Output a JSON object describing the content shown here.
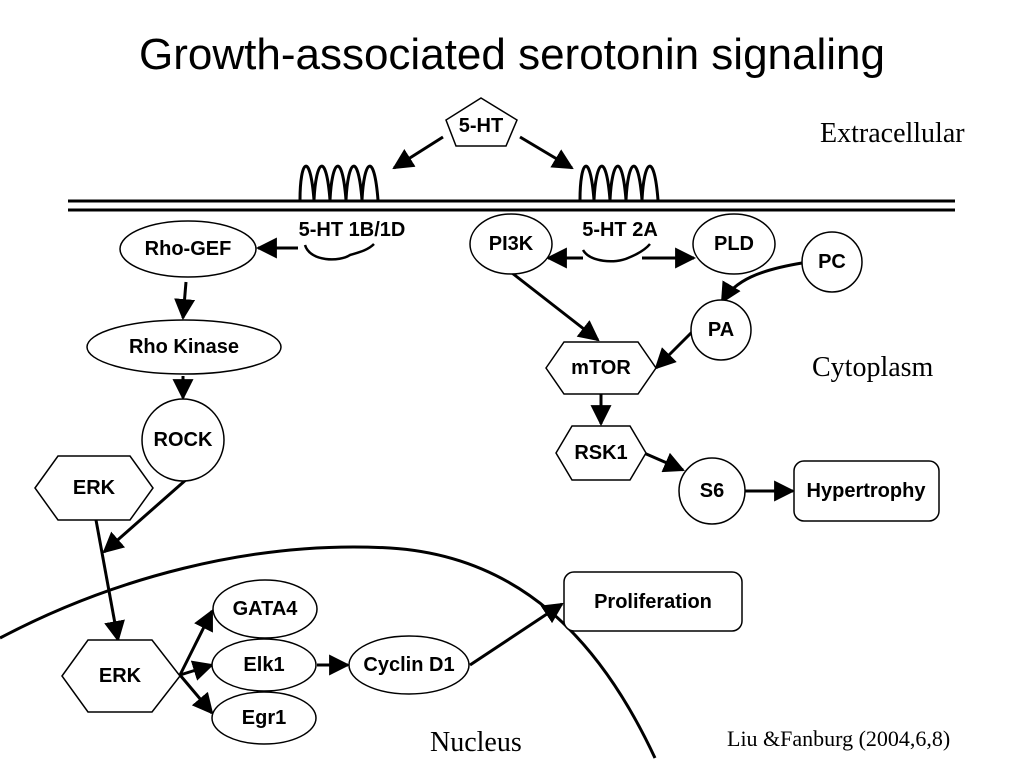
{
  "title": "Growth-associated serotonin signaling",
  "regions": {
    "extracellular": "Extracellular",
    "cytoplasm": "Cytoplasm",
    "nucleus": "Nucleus"
  },
  "citation": "Liu &Fanburg (2004,6,8)",
  "nodes": {
    "ht5": "5-HT",
    "receptor_1b1d": "5-HT 1B/1D",
    "receptor_2a": "5-HT 2A",
    "rho_gef": "Rho-GEF",
    "rho_kinase": "Rho Kinase",
    "rock": "ROCK",
    "erk_cyto": "ERK",
    "erk_nuc": "ERK",
    "gata4": "GATA4",
    "elk1": "Elk1",
    "egr1": "Egr1",
    "cyclin_d1": "Cyclin D1",
    "proliferation": "Proliferation",
    "pi3k": "PI3K",
    "pld": "PLD",
    "pc": "PC",
    "pa": "PA",
    "mtor": "mTOR",
    "rsk1": "RSK1",
    "s6": "S6",
    "hypertrophy": "Hypertrophy"
  },
  "colors": {
    "stroke": "#000000",
    "fill": "#ffffff",
    "text": "#000000"
  }
}
